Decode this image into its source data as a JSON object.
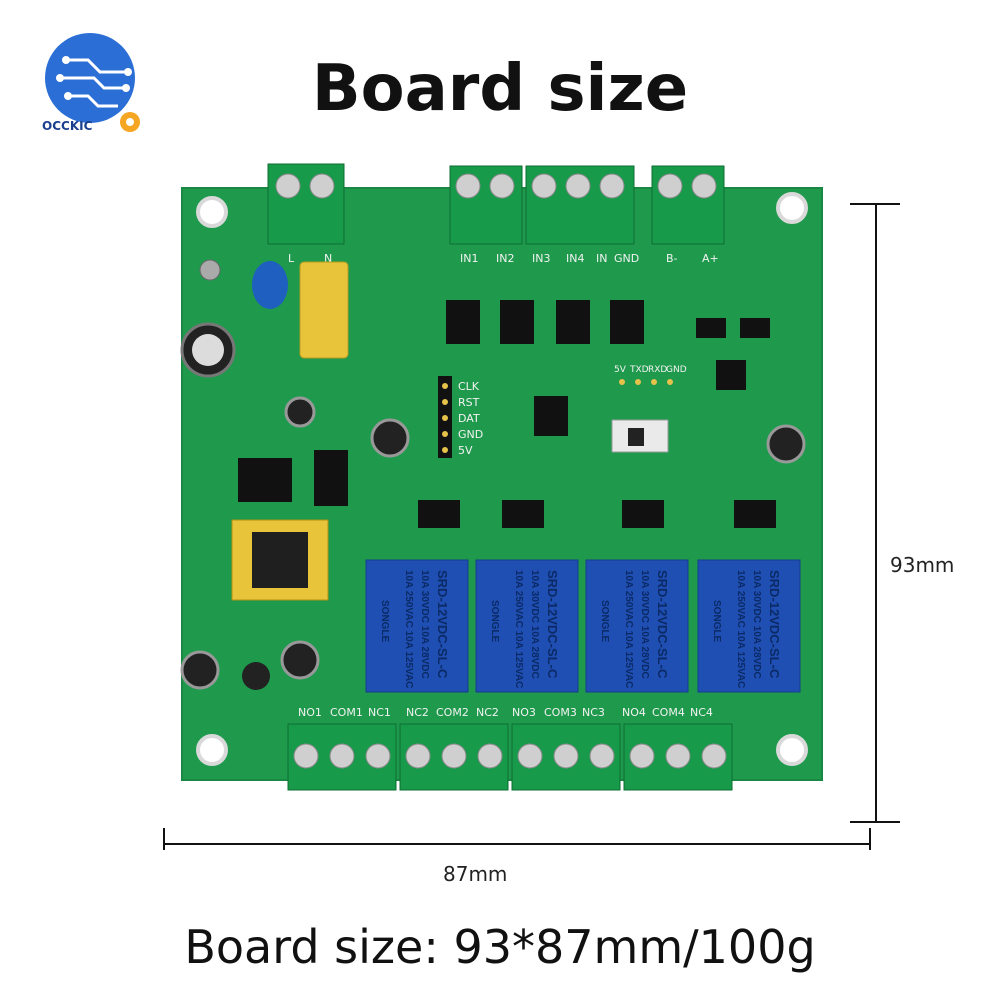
{
  "logo": {
    "brand": "OCCKIC"
  },
  "title": "Board size",
  "dimensions": {
    "height_label": "93mm",
    "width_label": "87mm"
  },
  "footer": "Board size: 93*87mm/100g",
  "board": {
    "input_terminal_labels": [
      "N",
      "L"
    ],
    "signal_terminal_labels": [
      "IN1",
      "IN2",
      "IN3",
      "IN4",
      "IN",
      "GND"
    ],
    "power_terminal_labels": [
      "A+",
      "B-"
    ],
    "header_labels": [
      "CLK",
      "RST",
      "DAT",
      "GND",
      "5V"
    ],
    "uart_labels": [
      "5V",
      "TXD",
      "RXD",
      "GND"
    ],
    "relay": {
      "brand": "SONGLE",
      "model": "SRD-12VDC-SL-C",
      "rating1": "10A 250VAC 10A 125VAC",
      "rating2": "10A 30VDC 10A 28VDC"
    },
    "output_labels": [
      "NO1",
      "COM1",
      "NC1",
      "NC2",
      "COM2",
      "NC2",
      "NO3",
      "COM3",
      "NC3",
      "NO4",
      "COM4",
      "NC4"
    ]
  }
}
